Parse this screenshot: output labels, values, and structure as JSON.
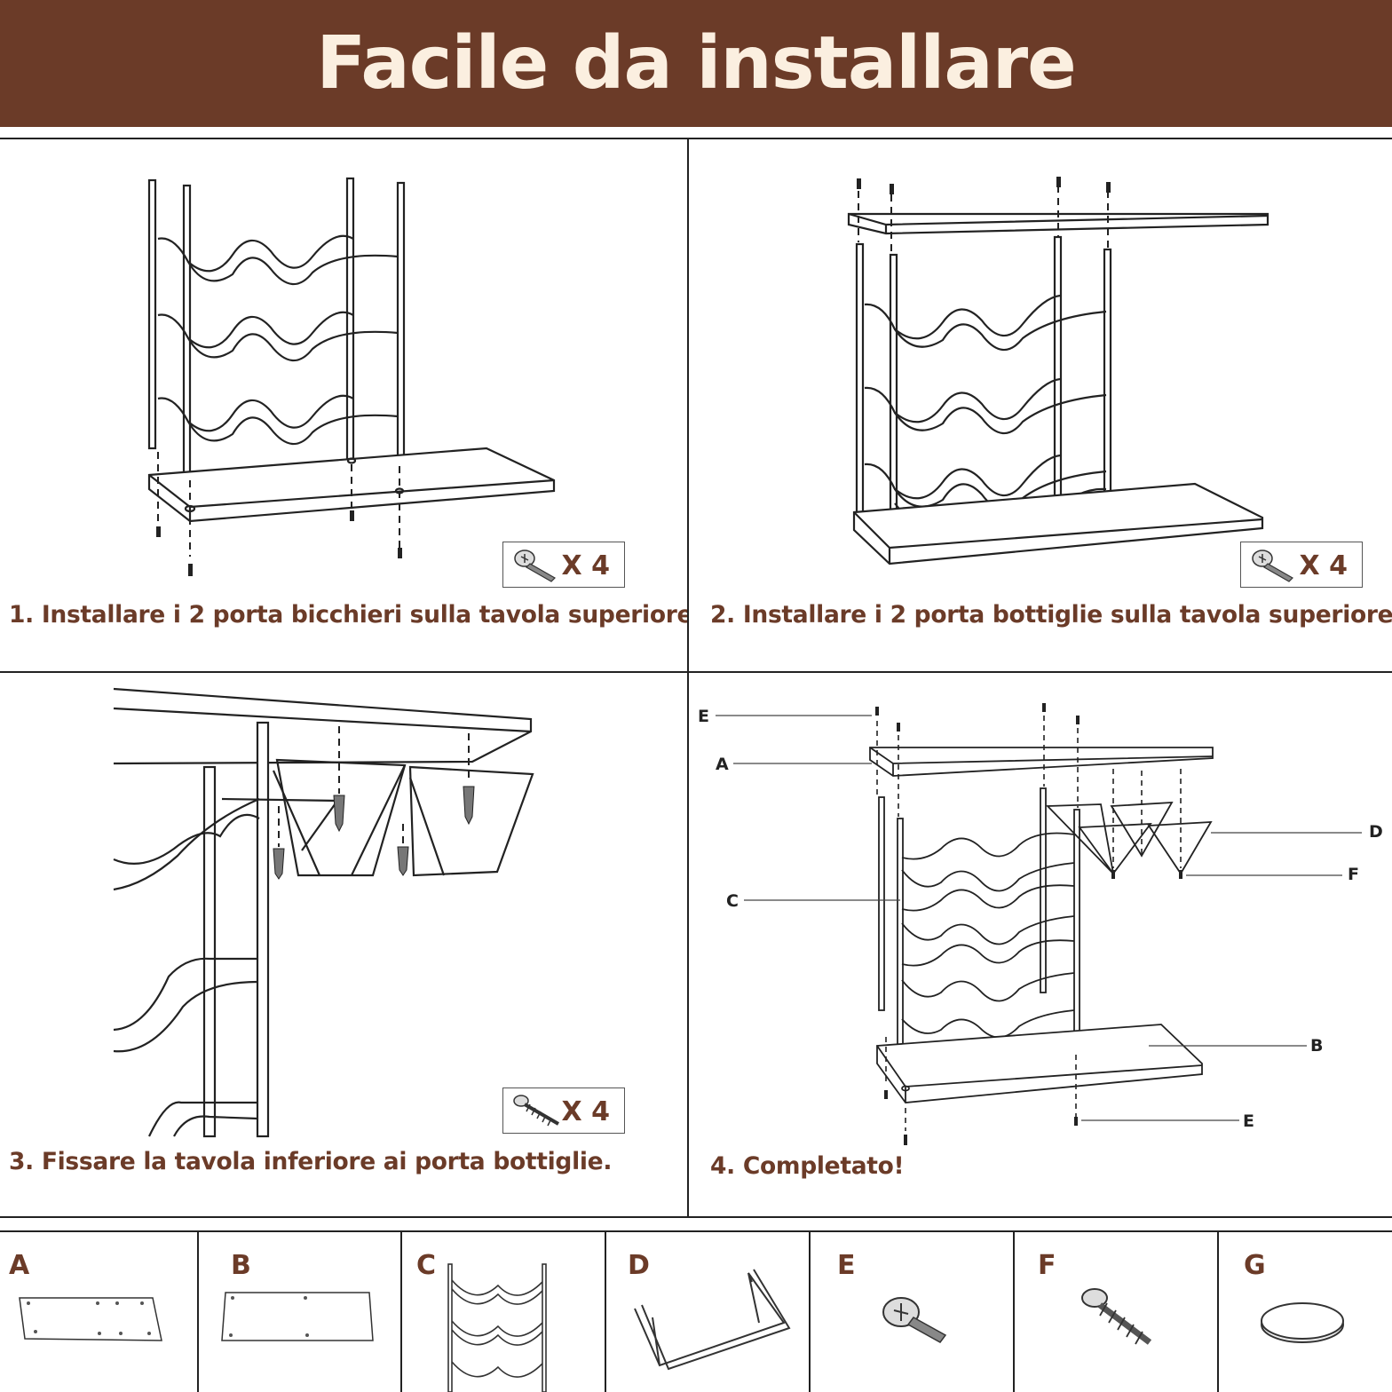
{
  "header": {
    "title": "Facile da installare"
  },
  "colors": {
    "brand": "#6b3b28",
    "title_text": "#fbefe0",
    "line": "#222222"
  },
  "steps": [
    {
      "caption": "1. Installare i 2 porta bicchieri sulla tavola superiore.",
      "qty": "X 4",
      "hardware_icon": "bolt-icon"
    },
    {
      "caption": "2. Installare i 2 porta bottiglie sulla tavola superiore.",
      "qty": "X 4",
      "hardware_icon": "bolt-icon"
    },
    {
      "caption": "3. Fissare la tavola inferiore ai porta bottiglie.",
      "qty": "X 4",
      "hardware_icon": "wood-screw-icon"
    },
    {
      "caption": "4. Completato!"
    }
  ],
  "callouts": {
    "top_screw": "E",
    "top_board": "A",
    "rack": "C",
    "bottom_board": "B",
    "bottom_screw": "E",
    "glass_holder": "D",
    "holder_screw": "F"
  },
  "parts": [
    {
      "label": "A",
      "icon": "top-board-icon"
    },
    {
      "label": "B",
      "icon": "bottom-board-icon"
    },
    {
      "label": "C",
      "icon": "bottle-rack-icon"
    },
    {
      "label": "D",
      "icon": "glass-holder-icon"
    },
    {
      "label": "E",
      "icon": "bolt-icon"
    },
    {
      "label": "F",
      "icon": "wood-screw-icon"
    },
    {
      "label": "G",
      "icon": "felt-pad-icon"
    }
  ]
}
